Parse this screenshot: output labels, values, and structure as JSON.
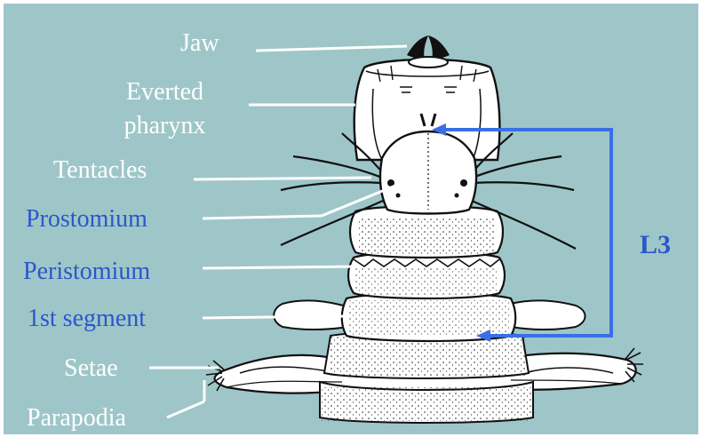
{
  "labels": {
    "jaw": "Jaw",
    "everted_line1": "Everted",
    "everted_line2": "pharynx",
    "tentacles": "Tentacles",
    "prostomium": "Prostomium",
    "peristomium": "Peristomium",
    "first_segment": "1st segment",
    "setae": "Setae",
    "parapodia": "Parapodia",
    "l3": "L3"
  },
  "colors": {
    "background": "#9ec6c9",
    "white_label": "#ffffff",
    "blue_label": "#2b57c8",
    "measure_line": "#3a6ee6",
    "ink": "#111111"
  }
}
